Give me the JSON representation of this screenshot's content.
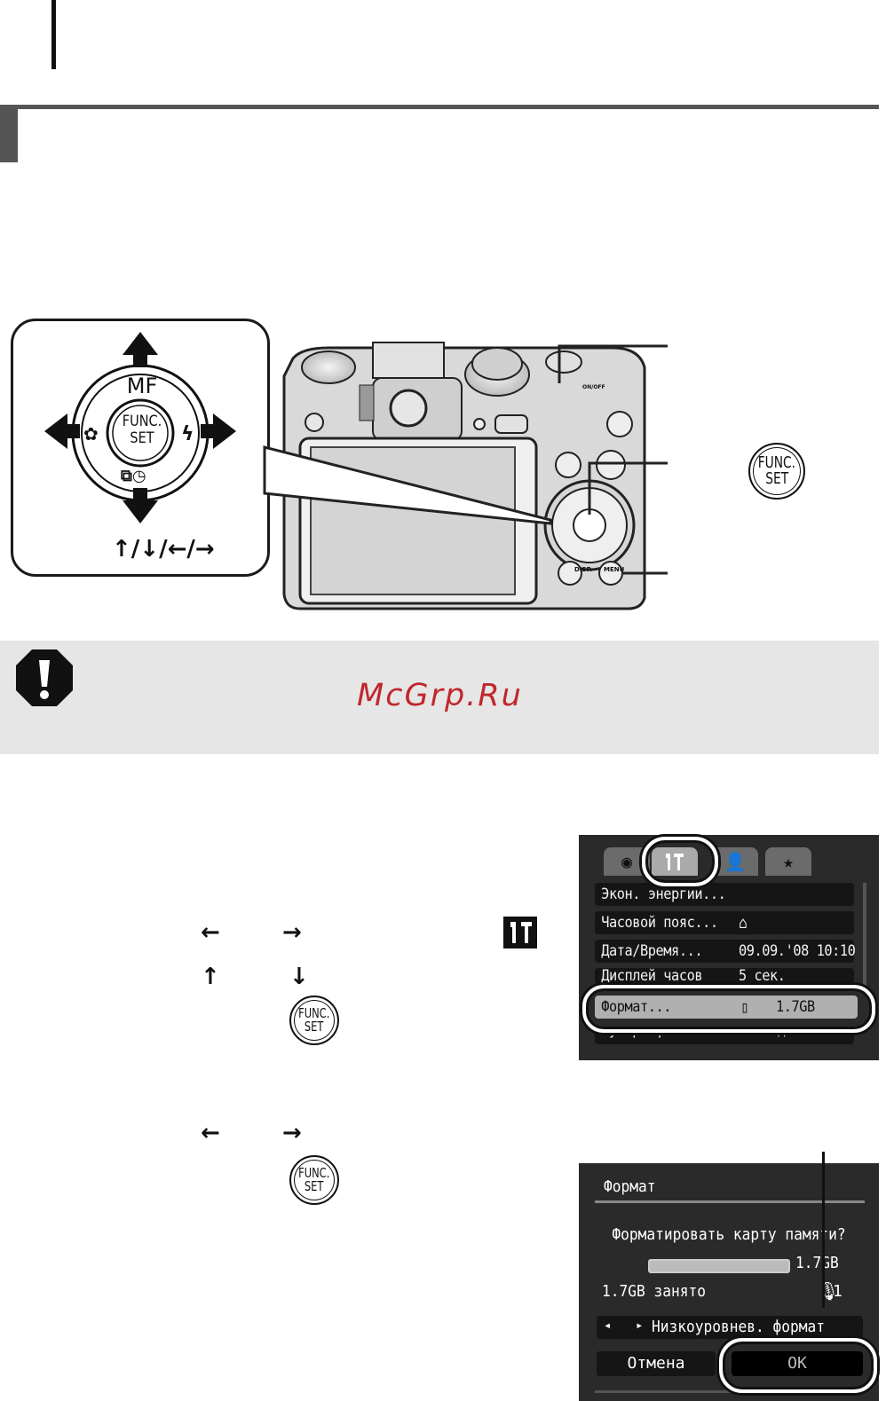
{
  "watermark": "McGrp.Ru",
  "dpad": {
    "up_label": "MF",
    "center_top": "FUNC.",
    "center_bottom": "SET",
    "arrows_caption": "↑/↓/←/→"
  },
  "camera": {
    "disp_label": "DISP.",
    "menu_label": "MENU",
    "on_off_label": "ON/OFF"
  },
  "func_set": {
    "top": "FUNC.",
    "bottom": "SET"
  },
  "step_icons": {
    "left_arrow": "←",
    "right_arrow": "→",
    "up_arrow": "↑",
    "down_arrow": "↓",
    "tools": "tools-icon"
  },
  "settings_screen": {
    "items": [
      {
        "label": "Экон. энергии...",
        "value": ""
      },
      {
        "label": "Часовой пояс...",
        "value": ""
      },
      {
        "label": "Дата/Время...",
        "value": "09.09.'08 10:10"
      },
      {
        "label": "Дисплей часов",
        "value": "5 сек."
      },
      {
        "label": "Формат...",
        "value": "1.7GB"
      },
      {
        "label": "Нумер. файлов",
        "value": "Последоват."
      }
    ]
  },
  "format_dialog": {
    "title": "Формат",
    "question": "Форматировать карту памяти?",
    "capacity": "1.7GB",
    "used": "1.7GB занято",
    "mic_count": "1",
    "low_level": "Низкоуровнев. формат",
    "cancel": "Отмена",
    "ok": "OK"
  }
}
